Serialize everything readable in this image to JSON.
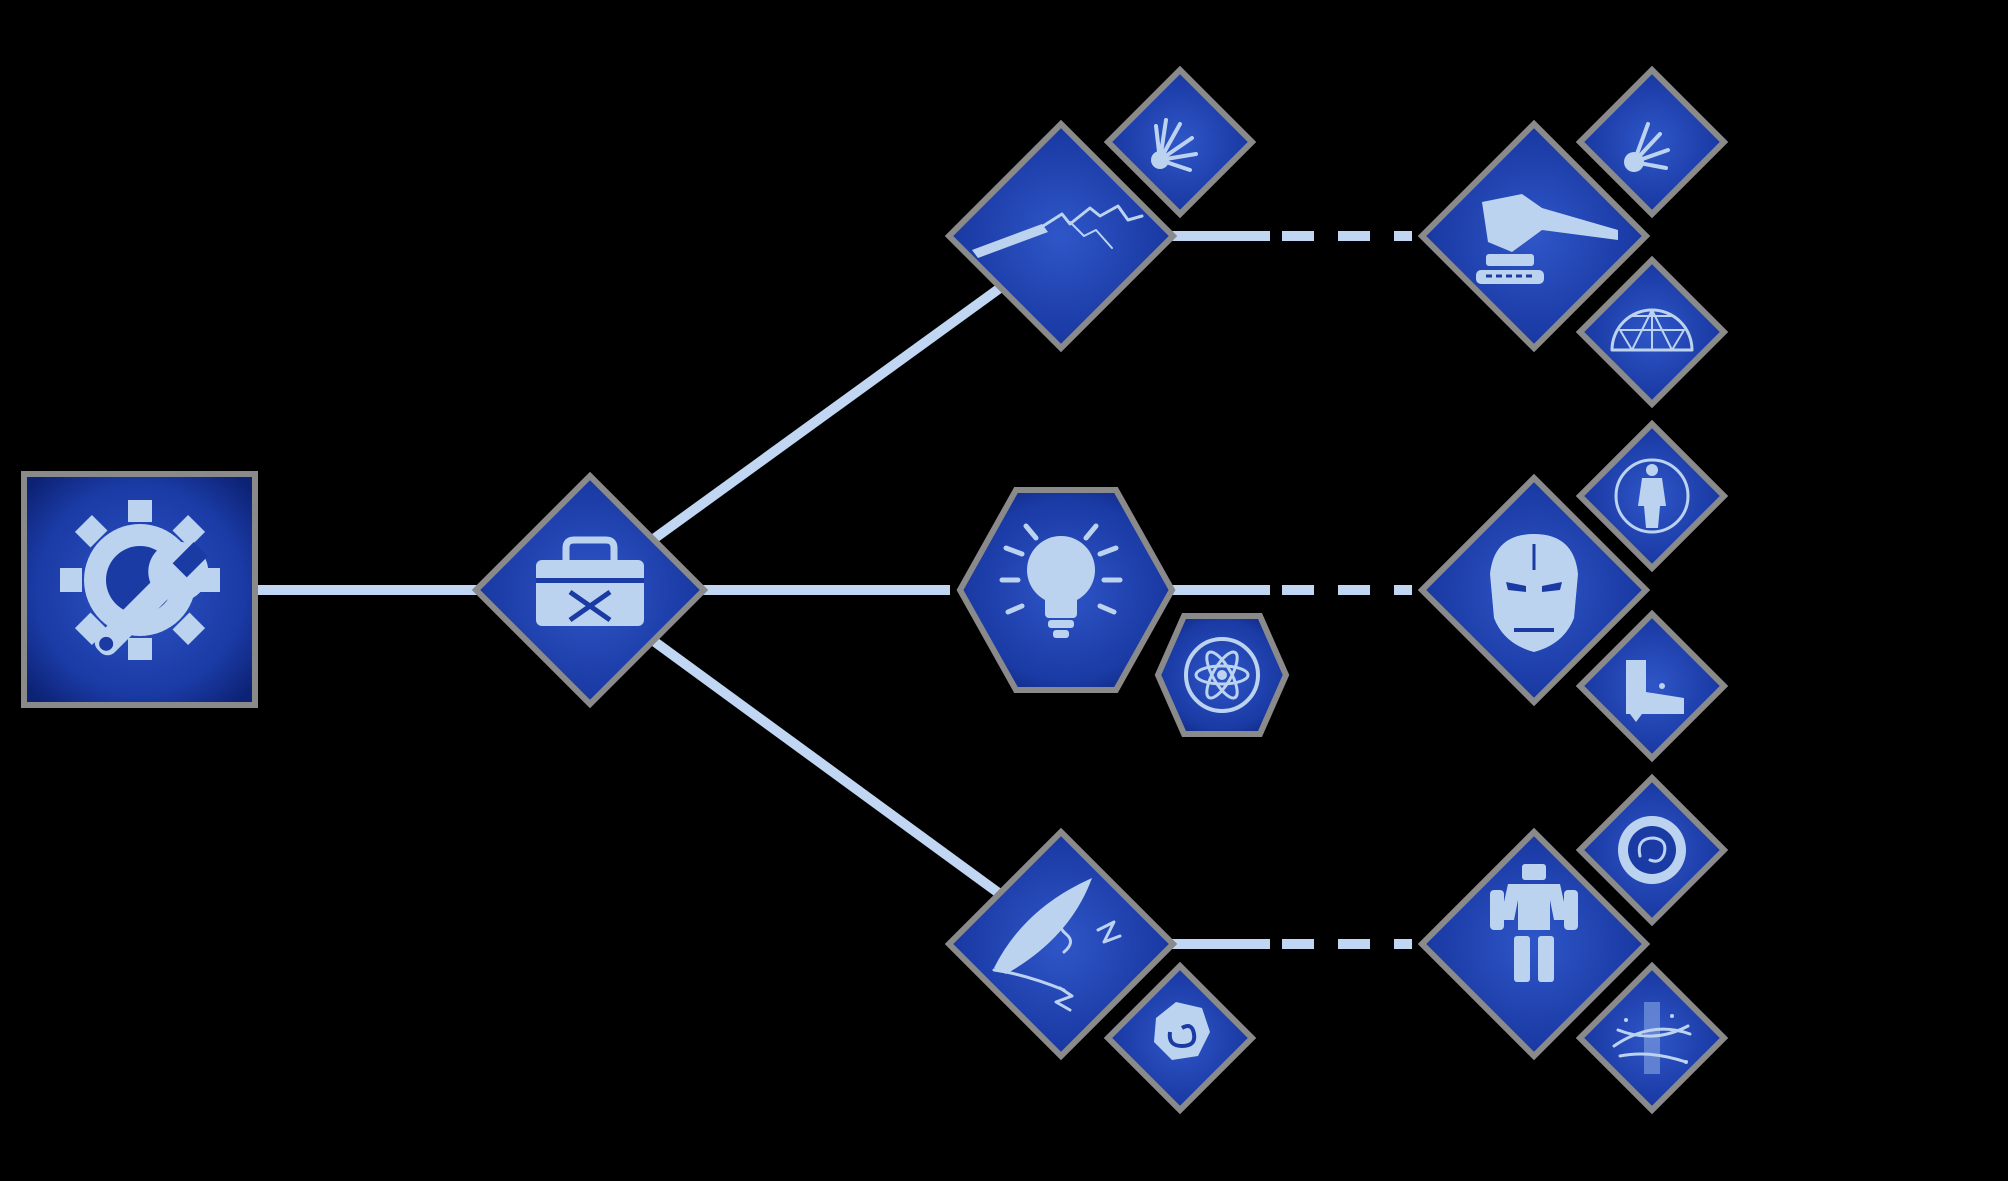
{
  "screen": "skill-tree",
  "colors": {
    "background": "#000000",
    "tile_inner": "#2f56c8",
    "tile_outer": "#0c2274",
    "frame": "#8a8a8a",
    "glyph": "#bcd3f0",
    "connector": "#c0d6f2"
  },
  "nodes": [
    {
      "id": "root",
      "shape": "square",
      "icon": "gear-wrench-icon"
    },
    {
      "id": "engineer",
      "shape": "diamond",
      "icon": "toolbox-icon"
    },
    {
      "id": "tech",
      "shape": "diamond",
      "icon": "lightning-lance-icon"
    },
    {
      "id": "tech-mod",
      "shape": "diamond-small",
      "icon": "shatter-blast-icon"
    },
    {
      "id": "science",
      "shape": "hexagon",
      "icon": "lightbulb-icon"
    },
    {
      "id": "science-mod",
      "shape": "hexagon-small",
      "icon": "atom-icon"
    },
    {
      "id": "magic",
      "shape": "diamond",
      "icon": "quill-runes-icon"
    },
    {
      "id": "magic-mod",
      "shape": "diamond-small",
      "icon": "rune-stone-icon"
    },
    {
      "id": "turret",
      "shape": "diamond",
      "icon": "turret-icon"
    },
    {
      "id": "turret-mod-1",
      "shape": "diamond-small",
      "icon": "impact-burst-icon"
    },
    {
      "id": "turret-mod-2",
      "shape": "diamond-small",
      "icon": "geodesic-dome-icon"
    },
    {
      "id": "armor",
      "shape": "diamond",
      "icon": "iron-helmet-icon"
    },
    {
      "id": "armor-mod-1",
      "shape": "diamond-small",
      "icon": "suit-figure-icon"
    },
    {
      "id": "armor-mod-2",
      "shape": "diamond-small",
      "icon": "jet-boot-icon"
    },
    {
      "id": "mech",
      "shape": "diamond",
      "icon": "mech-robot-icon"
    },
    {
      "id": "mech-mod-1",
      "shape": "diamond-small",
      "icon": "spiral-seal-icon"
    },
    {
      "id": "mech-mod-2",
      "shape": "diamond-small",
      "icon": "sparkle-cross-icon"
    }
  ],
  "links": [
    {
      "from": "root",
      "to": "engineer",
      "style": "solid"
    },
    {
      "from": "engineer",
      "to": "tech",
      "style": "solid"
    },
    {
      "from": "engineer",
      "to": "science",
      "style": "solid"
    },
    {
      "from": "engineer",
      "to": "magic",
      "style": "solid"
    },
    {
      "from": "tech",
      "to": "turret",
      "style": "dashed"
    },
    {
      "from": "science",
      "to": "armor",
      "style": "dashed"
    },
    {
      "from": "magic",
      "to": "mech",
      "style": "dashed"
    }
  ]
}
